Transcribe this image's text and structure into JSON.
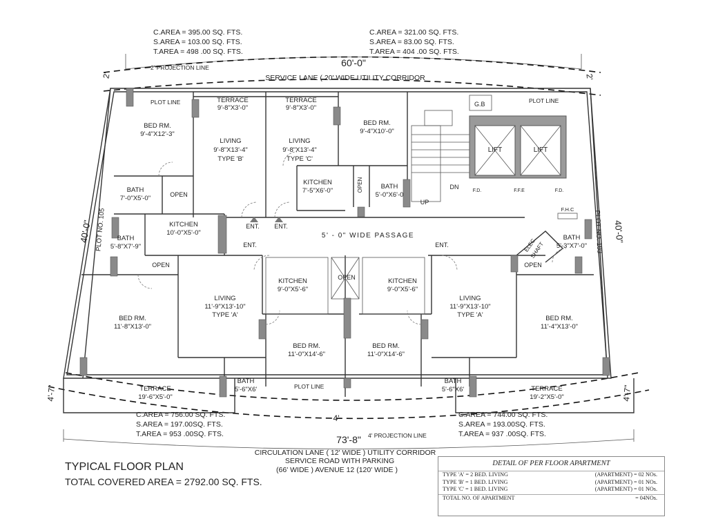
{
  "areas": {
    "top_left": {
      "c": "C.AREA =  395.00  SQ. FTS.",
      "s": "S.AREA =  103.00  SQ. FTS.",
      "t": "T.AREA =  498 .00 SQ. FTS."
    },
    "top_right": {
      "c": "C.AREA =  321.00 SQ. FTS.",
      "s": "S.AREA =  83.00   SQ. FTS.",
      "t": "T.AREA =  404 .00 SQ. FTS."
    },
    "bottom_left": {
      "c": "C.AREA =  756.00 SQ. FTS.",
      "s": "S.AREA =  197.00SQ. FTS.",
      "t": "T.AREA =  953 .00SQ. FTS."
    },
    "bottom_right": {
      "c": "C.AREA =  744.00 SQ. FTS.",
      "s": "S.AREA =  193.00SQ. FTS.",
      "t": "T.AREA =  937 .00SQ. FTS."
    }
  },
  "dims": {
    "top": "60'-0\"",
    "bottom": "73'-8\"",
    "left": "40'-0\"",
    "right": "40'-0\"",
    "corner_tl": "2'",
    "corner_tr": "2'",
    "corner_bl": "4'-7\"",
    "corner_br": "4'-7\"",
    "bottom_mid": "4'"
  },
  "labels": {
    "projection_top": "2' PROJECTION LINE",
    "projection_bottom": "4' PROJECTION LINE",
    "service_lane": "SERVICE LANE ( 20' WIDE UTILITY CORRIDOR",
    "passage": "5' - 0\" WIDE PASSAGE",
    "plot_left": "PLOT NO. 105",
    "plot_right": "PLOT NO. 103",
    "plot_line": "PLOT LINE",
    "circulation_1": "CIRCULATION LANE ( 12' WIDE ) UTILITY CORRIDOR",
    "circulation_2": "SERVICE ROAD WITH PARKING",
    "circulation_3": "(66' WIDE ) AVENUE 12 (120' WIDE )",
    "gb": "G.B",
    "lift": "LIFT",
    "fd": "F.D.",
    "ffe": "F.F.E",
    "fhc": "F.H.C",
    "elec": "ELEC.",
    "shaft": "SHAFT",
    "up": "UP",
    "dn": "DN",
    "ent": "ENT.",
    "open": "OPEN"
  },
  "rooms": {
    "bed_tl": {
      "name": "BED RM.",
      "size": "9'-4\"X12'-3\""
    },
    "living_b": {
      "name": "LIVING",
      "size": "9'-8\"X13'-4\"",
      "type": "TYPE 'B'"
    },
    "living_c": {
      "name": "LIVING",
      "size": "9'-8\"X13'-4\"",
      "type": "TYPE 'C'"
    },
    "terrace_1": {
      "name": "TERRACE",
      "size": "9'-8\"X3'-0\""
    },
    "terrace_2": {
      "name": "TERRACE",
      "size": "9'-8\"X3'-0\""
    },
    "bed_tc": {
      "name": "BED RM.",
      "size": "9'-4\"X10'-0\""
    },
    "bath_tl": {
      "name": "BATH",
      "size": "7'-0\"X5'-0\""
    },
    "kitchen_c": {
      "name": "KITCHEN",
      "size": "7'-5\"X6'-0\""
    },
    "bath_tc": {
      "name": "BATH",
      "size": "5'-0\"X6'-0"
    },
    "kitchen_b": {
      "name": "KITCHEN",
      "size": "10'-0\"X5'-0\""
    },
    "bath_ml": {
      "name": "BATH",
      "size": "5'-8\"X7'-9\""
    },
    "bath_mr": {
      "name": "BATH",
      "size": "5'-3\"X7'-0\""
    },
    "kitchen_al": {
      "name": "KITCHEN",
      "size": "9'-0\"X5'-6\""
    },
    "kitchen_ar": {
      "name": "KITCHEN",
      "size": "9'-0\"X5'-6\""
    },
    "living_al": {
      "name": "LIVING",
      "size": "11'-9\"X13'-10\"",
      "type": "TYPE 'A'"
    },
    "living_ar": {
      "name": "LIVING",
      "size": "11'-9\"X13'-10\"",
      "type": "TYPE 'A'"
    },
    "bed_bl": {
      "name": "BED RM.",
      "size": "11'-8\"X13'-0\""
    },
    "bed_br": {
      "name": "BED RM.",
      "size": "11'-4\"X13'-0\""
    },
    "bed_bcl": {
      "name": "BED RM.",
      "size": "11'-0\"X14'-6\""
    },
    "bed_bcr": {
      "name": "BED RM.",
      "size": "11'-0\"X14'-6\""
    },
    "bath_bl": {
      "name": "BATH",
      "size": "5'-6\"X6'"
    },
    "bath_br": {
      "name": "BATH",
      "size": "5'-6\"X6'"
    },
    "terrace_bl": {
      "name": "TERRACE",
      "size": "19'-6\"X5'-0\""
    },
    "terrace_br": {
      "name": "TERRACE",
      "size": "19'-2\"X5'-0\""
    }
  },
  "title": {
    "main": "TYPICAL FLOOR PLAN",
    "sub": "TOTAL COVERED AREA =  2792.00 SQ. FTS."
  },
  "detail": {
    "heading": "DETAIL OF PER FLOOR APARTMENT",
    "rows": [
      {
        "left": "TYPE  'A' = 2 BED. LIVING",
        "right": "(APARTMENT) = 02 NOs."
      },
      {
        "left": "TYPE  'B' = 1 BED. LIVING",
        "right": "(APARTMENT) = 01 NOs."
      },
      {
        "left": "TYPE  'C' = 1 BED. LIVING",
        "right": "(APARTMENT) = 01 NOs."
      }
    ],
    "total_left": "TOTAL NO. OF APARTMENT",
    "total_right": "= 04NOs."
  }
}
